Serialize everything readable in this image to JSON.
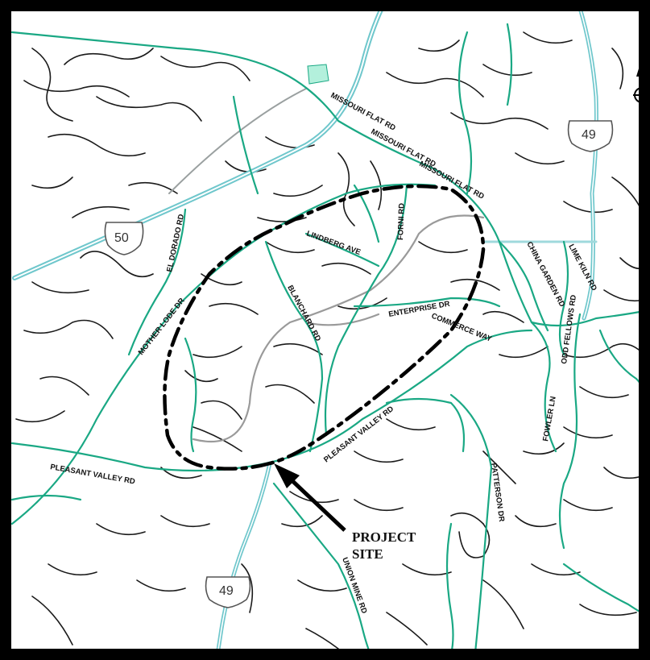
{
  "map": {
    "roads": {
      "missouri_flat_1": "MISSOURI FLAT RD",
      "missouri_flat_2": "MISSOURI FLAT RD",
      "missouri_flat_3": "MISSOURI FLAT RD",
      "el_dorado": "EL DORADO RD",
      "forni": "FORNI RD",
      "lindberg": "LINDBERG AVE",
      "china_garden": "CHINA GARDEN RD",
      "lime_kiln": "LIME KILN RD",
      "blanchard": "BLANCHARD RD",
      "mother_lode": "MOTHER LODE DR",
      "enterprise": "ENTERPRISE DR",
      "commerce": "COMMERCE WAY",
      "odd_fellows": "ODD FELLOWS RD",
      "fowler": "FOWLER LN",
      "pleasant_valley_1": "PLEASANT VALLEY RD",
      "pleasant_valley_2": "PLEASANT VALLEY RD",
      "patterson": "PATTERSON DR",
      "union_mine": "UNION MINE RD"
    },
    "shields": {
      "us50": "50",
      "sr49_north": "49",
      "sr49_south": "49"
    },
    "project_site_label_1": "PROJECT",
    "project_site_label_2": "SITE",
    "north_arrow_letter": "N",
    "colors": {
      "road": "#1aa884",
      "highway": "#8fd4d9",
      "minor_street": "#1a1a1a",
      "boundary": "#000000",
      "frame": "#000000",
      "park": "#b3f0dc"
    }
  }
}
